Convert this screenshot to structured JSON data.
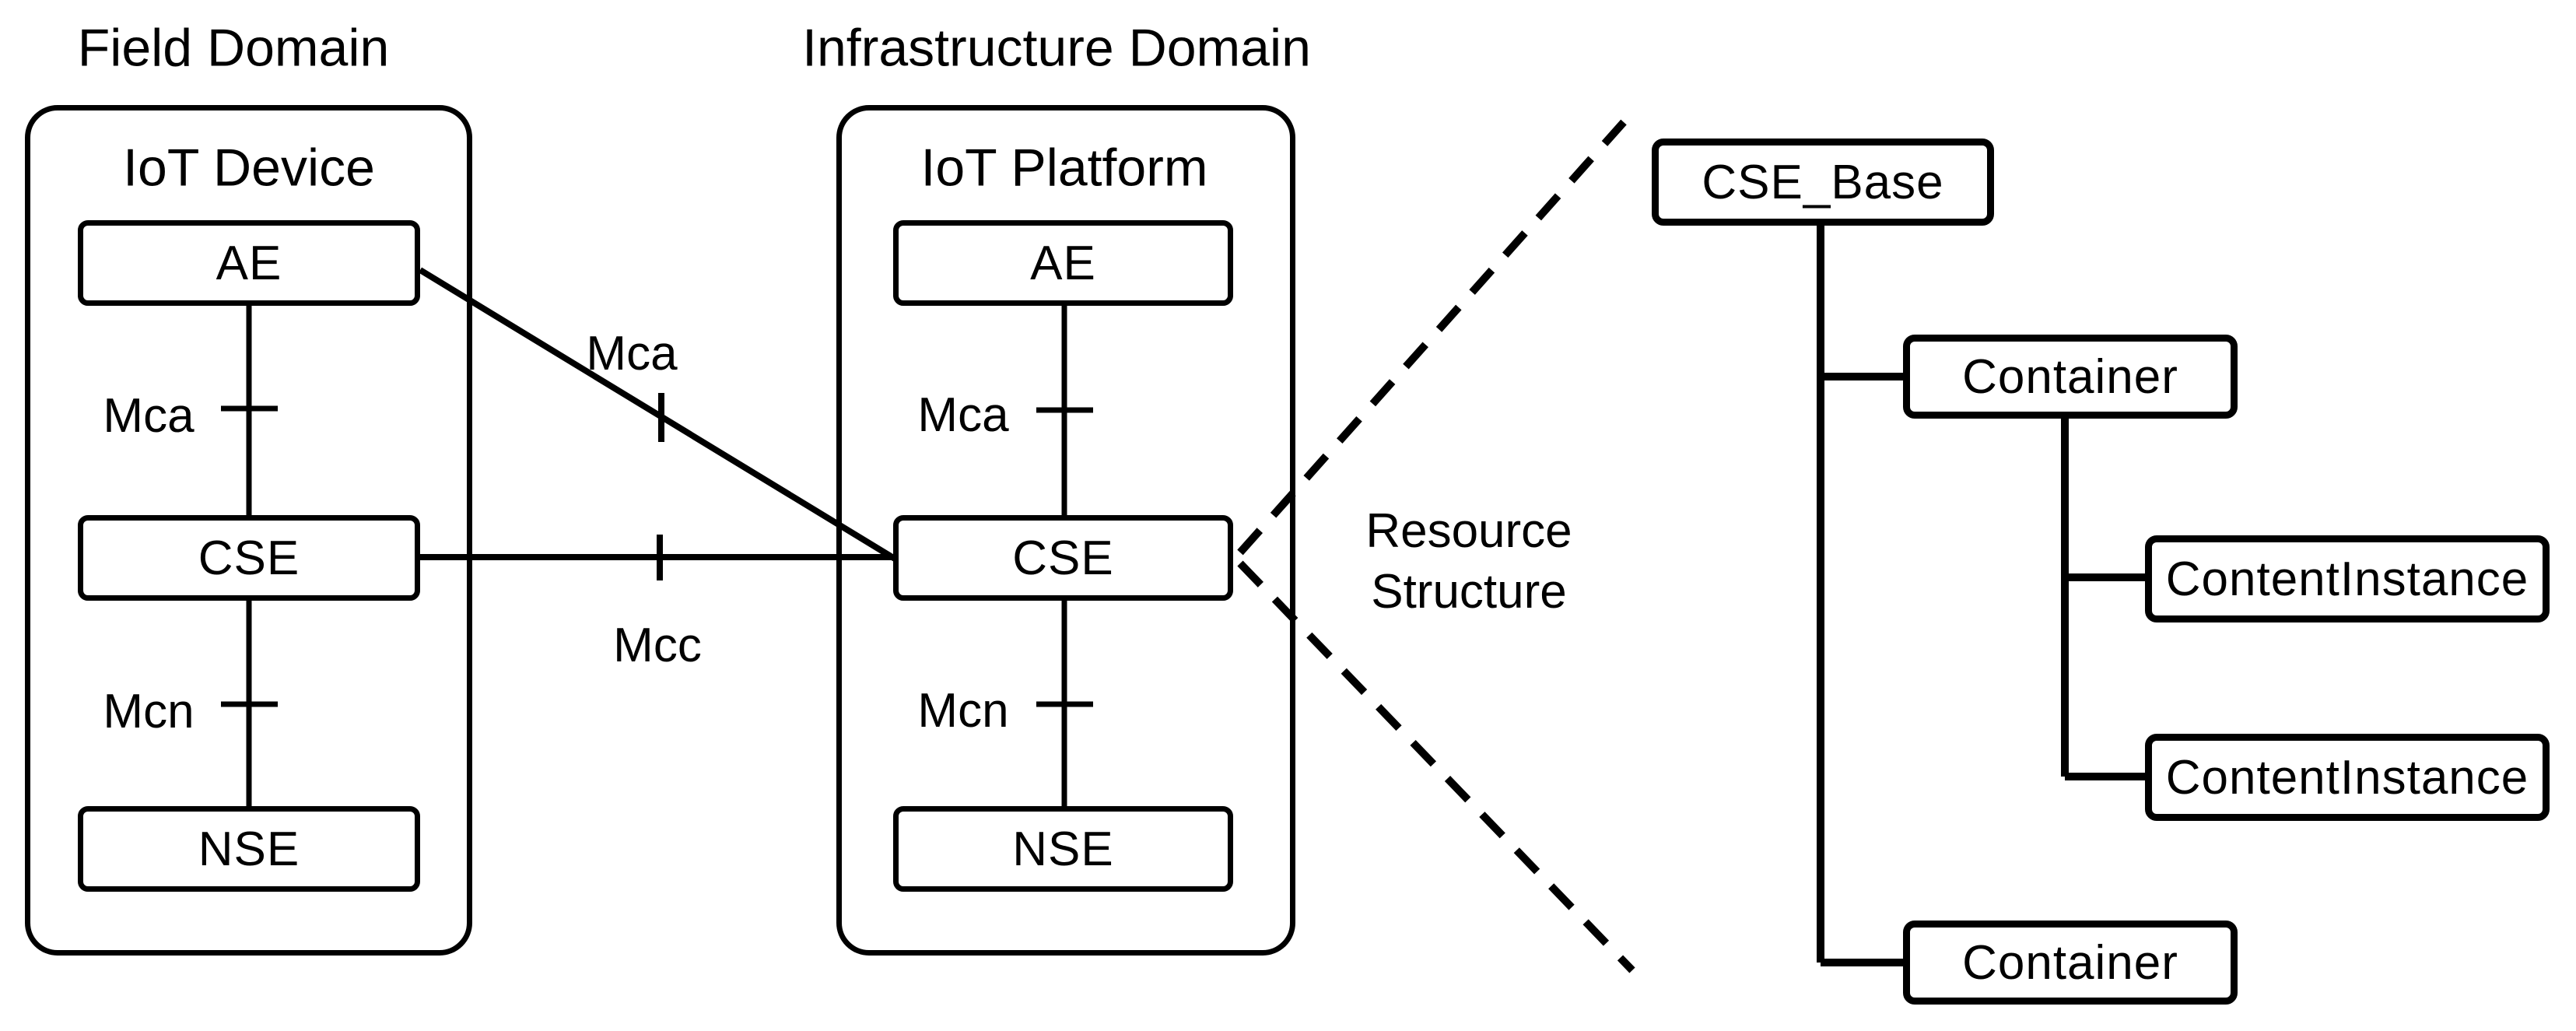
{
  "field_domain": {
    "title": "Field Domain",
    "node_title": "IoT Device",
    "boxes": [
      "AE",
      "CSE",
      "NSE"
    ],
    "ref_points": [
      "Mca",
      "Mcn"
    ]
  },
  "infrastructure_domain": {
    "title": "Infrastructure Domain",
    "node_title": "IoT Platform",
    "boxes": [
      "AE",
      "CSE",
      "NSE"
    ],
    "ref_points": [
      "Mca",
      "Mcn"
    ]
  },
  "interconnects": {
    "ae_to_platform_cse": "Mca",
    "cse_to_cse": "Mcc"
  },
  "resource_structure": {
    "label_line1": "Resource",
    "label_line2": "Structure",
    "tree": {
      "root": "CSE_Base",
      "children": [
        {
          "name": "Container",
          "children": [
            "ContentInstance",
            "ContentInstance"
          ]
        },
        {
          "name": "Container"
        }
      ]
    }
  },
  "colors": {
    "line": "#000000",
    "background": "#ffffff"
  }
}
